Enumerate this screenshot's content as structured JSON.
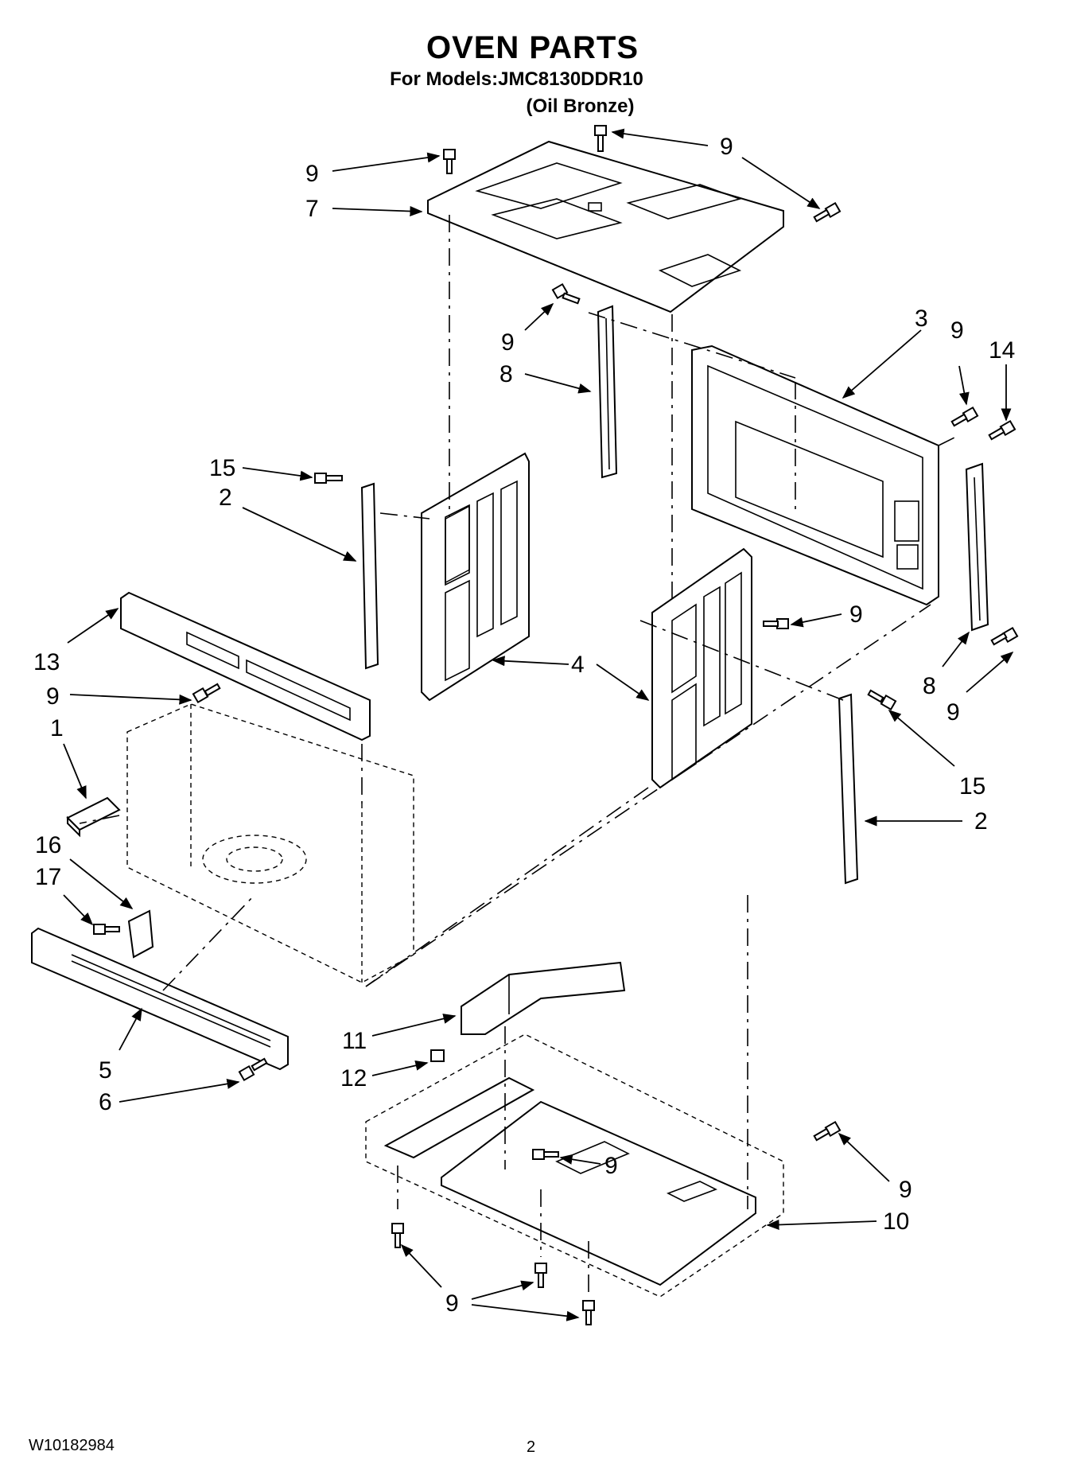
{
  "header": {
    "title": "OVEN PARTS",
    "models_line": "For Models:JMC8130DDR10",
    "finish_line": "(Oil Bronze)"
  },
  "callouts": {
    "c9_top_left": "9",
    "c9_top_center": "9",
    "c7": "7",
    "c9_mid": "9",
    "c8_left": "8",
    "c3": "3",
    "c9_right_upper": "9",
    "c14": "14",
    "c15_left": "15",
    "c2_left": "2",
    "c13": "13",
    "c4": "4",
    "c9_right_center": "9",
    "c8_right": "8",
    "c9_right_lower": "9",
    "c9_left": "9",
    "c1": "1",
    "c15_right": "15",
    "c2_right": "2",
    "c16": "16",
    "c17": "17",
    "c5": "5",
    "c6": "6",
    "c11": "11",
    "c12": "12",
    "c9_base_center": "9",
    "c9_base_right": "9",
    "c10": "10",
    "c9_bottom": "9"
  },
  "footer": {
    "doc_number": "W10182984",
    "page_number": "2"
  }
}
